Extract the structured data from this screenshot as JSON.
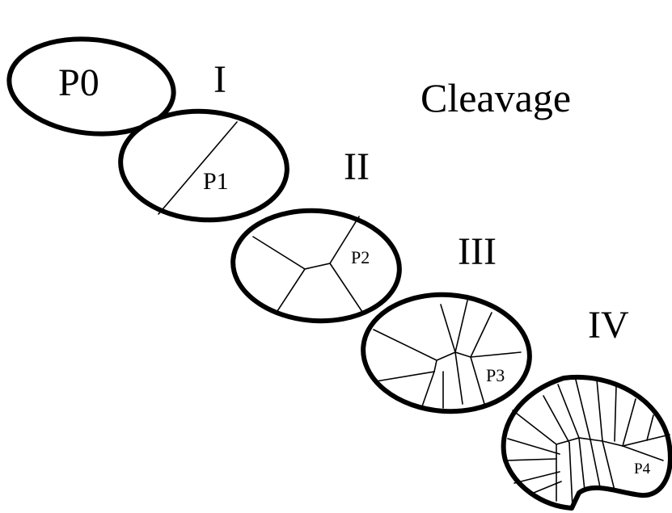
{
  "title": "Cleavage",
  "stages": [
    {
      "id": "p0",
      "roman": "",
      "cell_label": "P0"
    },
    {
      "id": "s1",
      "roman": "I",
      "cell_label": "P1"
    },
    {
      "id": "s2",
      "roman": "II",
      "cell_label": "P2"
    },
    {
      "id": "s3",
      "roman": "III",
      "cell_label": "P3"
    },
    {
      "id": "s4",
      "roman": "IV",
      "cell_label": "P4"
    }
  ]
}
